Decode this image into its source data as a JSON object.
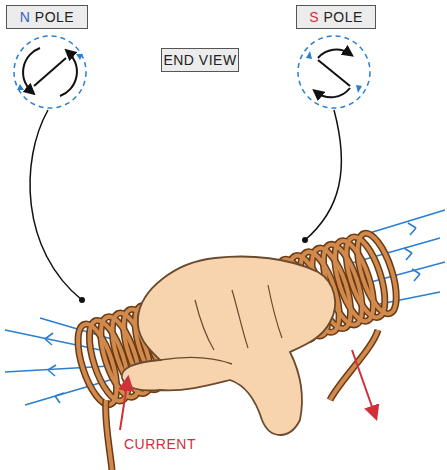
{
  "diagram": {
    "nodes": [
      {
        "text": [
          "N POLE"
        ]
      },
      {
        "text": [
          "S POLE"
        ]
      },
      {
        "text": [
          "END VIEW"
        ]
      }
    ],
    "labels": [
      "CURRENT"
    ]
  }
}
